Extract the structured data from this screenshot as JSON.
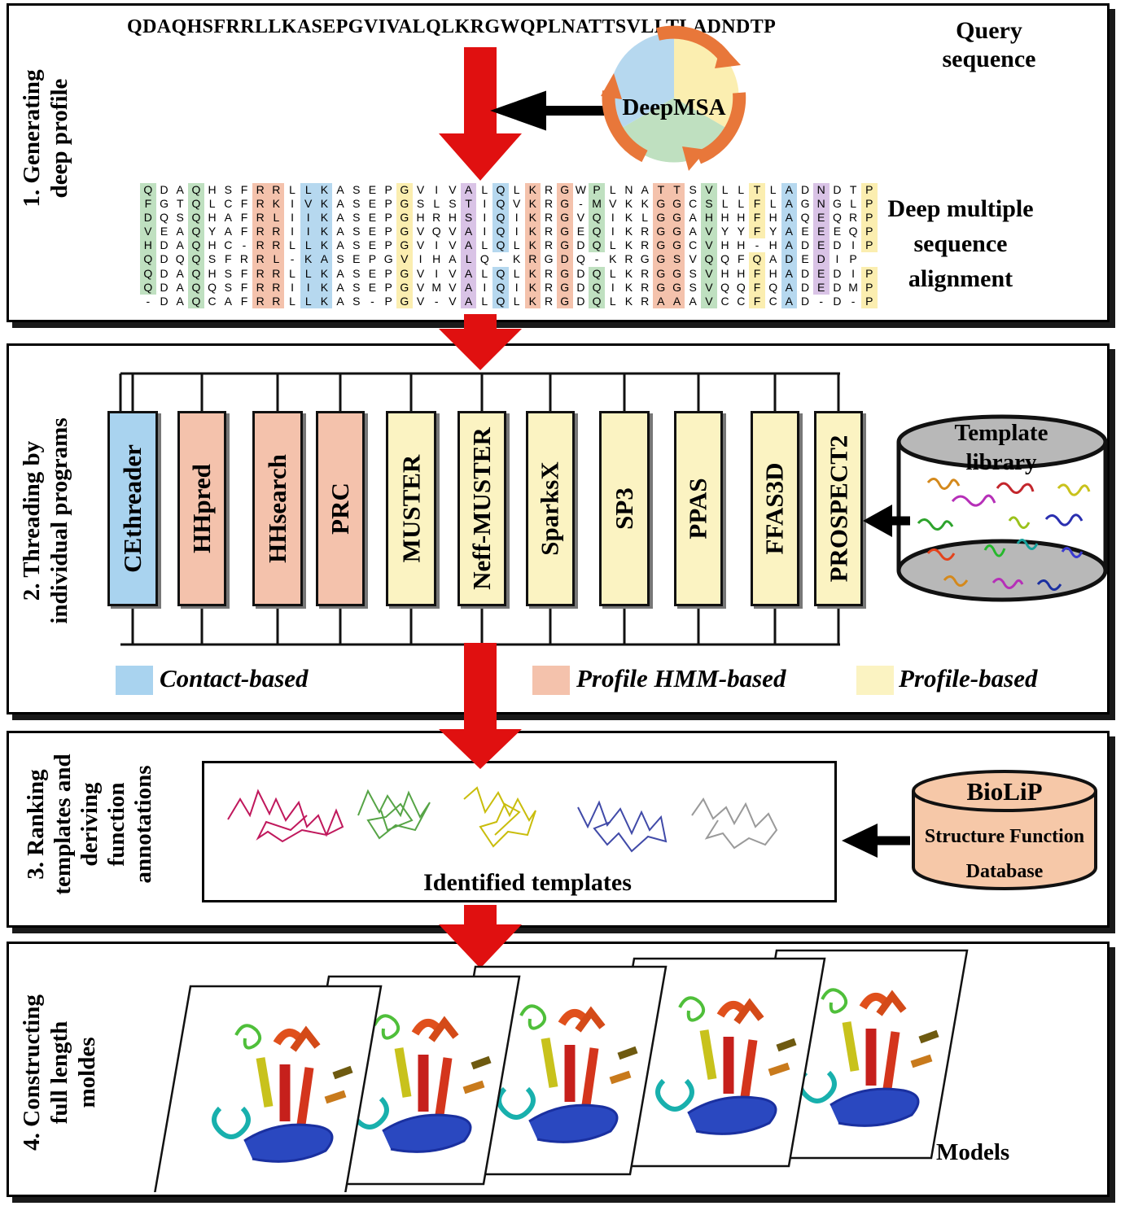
{
  "query_sequence": "QDAQHSFRRLLKASEPGVIVALQLKRGWQPLNATTSVLLTLADNDTP",
  "labels": {
    "query_line1": "Query",
    "query_line2": "sequence",
    "deepmsa": "DeepMSA",
    "msa_line1": "Deep multiple",
    "msa_line2": "sequence",
    "msa_line3": "alignment",
    "template_lib_line1": "Template",
    "template_lib_line2": "library",
    "identified_templates": "Identified templates",
    "biolip_title": "BioLiP",
    "biolip_line2": "Structure Function",
    "biolip_line3": "Database",
    "models": "Models"
  },
  "stages": [
    {
      "line1": "1. Generating",
      "line2": "deep profile",
      "line3": ""
    },
    {
      "line1": "2. Threading by",
      "line2": "individual programs",
      "line3": ""
    },
    {
      "line1": "3. Ranking",
      "line2": "templates and",
      "line3": "deriving",
      "line4": "function",
      "line5": "annotations"
    },
    {
      "line1": "4. Constructing",
      "line2": "full length",
      "line3": "moldes"
    }
  ],
  "programs": [
    {
      "name": "CEthreader",
      "category": "contact"
    },
    {
      "name": "HHpred",
      "category": "hmm"
    },
    {
      "name": "HHsearch",
      "category": "hmm"
    },
    {
      "name": "PRC",
      "category": "hmm"
    },
    {
      "name": "MUSTER",
      "category": "profile"
    },
    {
      "name": "Neff-MUSTER",
      "category": "profile"
    },
    {
      "name": "SparksX",
      "category": "profile"
    },
    {
      "name": "SP3",
      "category": "profile"
    },
    {
      "name": "PPAS",
      "category": "profile"
    },
    {
      "name": "FFAS3D",
      "category": "profile"
    },
    {
      "name": "PROSPECT2",
      "category": "profile"
    }
  ],
  "legend": [
    {
      "label": "Contact-based",
      "color": "#a9d3ef"
    },
    {
      "label": "Profile HMM-based",
      "color": "#f4c2ac"
    },
    {
      "label": "Profile-based",
      "color": "#fbf3c2"
    }
  ],
  "colors": {
    "arrow_red": "#e01010",
    "contact": "#a9d3ef",
    "hmm": "#f4c2ac",
    "profile": "#fbf3c2",
    "biolip": "#f6c8a8",
    "library_disk": "#b8b8b8"
  },
  "msa_rows": [
    "QDAQHSFRRLLKASEPGVIVALQLKRGWPLNATTSVLLTLADNDTP",
    "FGTQLCFRKIVKASEPGSLSTIQVKRG-MVKKGGCSLLFLAGNGLP",
    "DQSQHAFRLIIKASEPGHRHSIQIKRGVQIKLGGAHHHFHAQEQRP",
    "VEAQYAFRRIIKASEPGVQVAIQIKRGEQIKRGGAVYYFYAEEEQP",
    "HDAQHC-RRLLKASEPGVIVALQLKRGDQLKRGGCVHH-HADEDIP",
    "QDQQSFRRL-KASEPGVIHALQ-KRGDQ-KRGGSVQQFQADEDIP",
    "QDAQHSFRRLLKASEPGVIVALQLKRGDQLKRGGSVHHFHADEDIP",
    "QDAQQSFRRIIKASEPGVMVAIQIKRGDQIKRGGSVQQFQADEDMP",
    "-DAQCAFRRLLKAS-PGV-VALQLKRGDQLKRAAAVCCFCAD-D-P"
  ]
}
